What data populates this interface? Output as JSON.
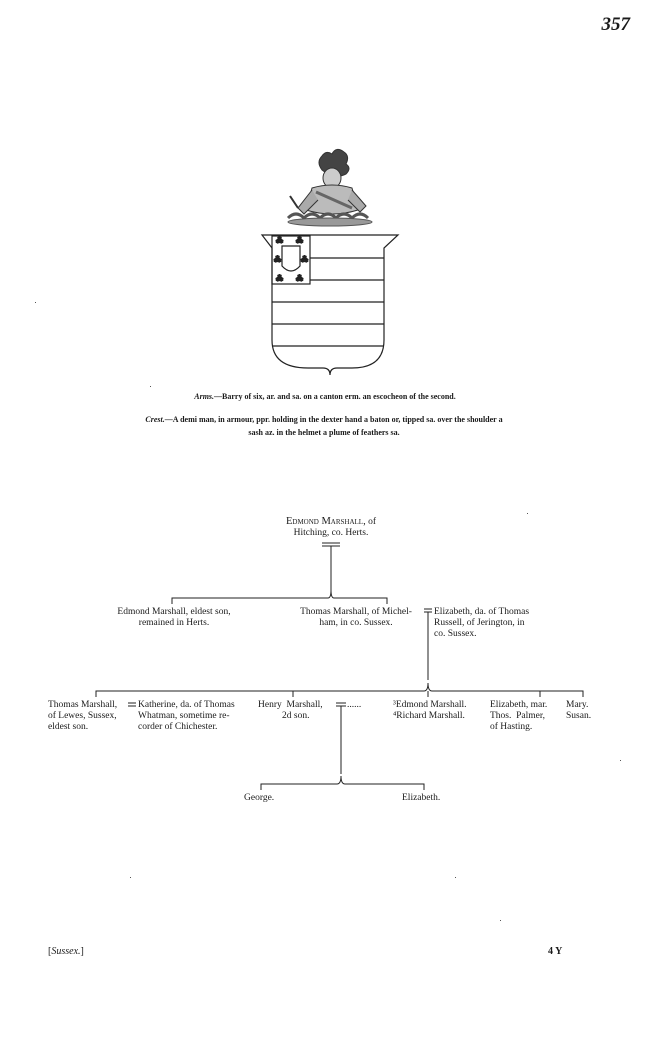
{
  "page_number": "357",
  "arms": {
    "label": "Arms.",
    "text": "—Barry of six, ar. and sa. on a canton erm. an escocheon of the second."
  },
  "crest": {
    "label": "Crest.",
    "line1": "—A demi man, in armour, ppr. holding in the dexter hand a baton or, tipped sa. over the shoulder a",
    "line2": "sash az. in the helmet a plume of feathers sa."
  },
  "pedigree": {
    "founder": {
      "name": "Edmond Marshall,",
      "name_suffix": " of",
      "line2": "Hitching, co. Herts."
    },
    "generation2": {
      "edmond_line1": "Edmond Marshall, eldest son,",
      "edmond_line2": "remained in Herts.",
      "thomas_line1": "Thomas Marshall, of Michel-",
      "thomas_line2": "ham, in co. Sussex.",
      "elizabeth_line1": "Elizabeth, da. of Thomas",
      "elizabeth_line2": "Russell, of Jerington, in",
      "elizabeth_line3": "co. Sussex."
    },
    "generation3": {
      "thomas_line1": "Thomas Marshall,",
      "thomas_line2": "of Lewes, Sussex,",
      "thomas_line3": "eldest son.",
      "katherine_line1": "Katherine, da. of Thomas",
      "katherine_line2": "Whatman, sometime re-",
      "katherine_line3": "corder of Chichester.",
      "henry_line1": "Henry  Marshall,",
      "henry_line2": "2d son.",
      "henry_wife": "......",
      "edmond": "³Edmond Marshall.",
      "richard": "⁴Richard Marshall.",
      "elizabeth_line1": "Elizabeth, mar.",
      "elizabeth_line2": "Thos.  Palmer,",
      "elizabeth_line3": "of Hasting.",
      "mary": "Mary.",
      "susan": "Susan."
    },
    "generation4": {
      "george": "George.",
      "elizabeth": "Elizabeth."
    }
  },
  "footer": {
    "county_open": "[",
    "county": "Sussex.",
    "county_close": "]",
    "signature": "4 Y"
  }
}
